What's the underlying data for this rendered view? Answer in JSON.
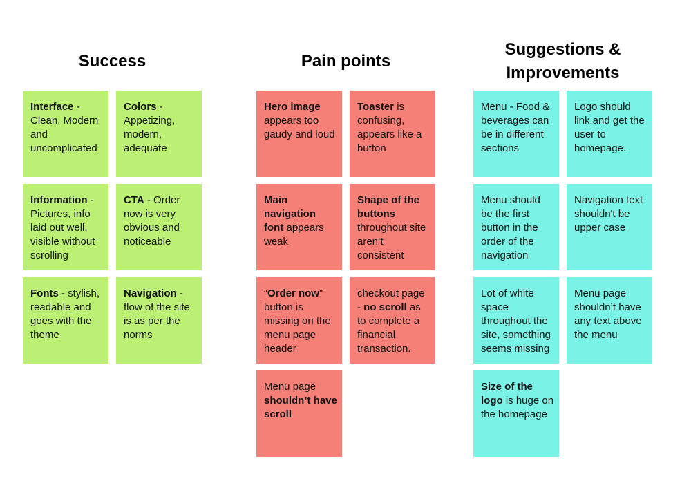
{
  "board": {
    "colors": {
      "background": "#ffffff",
      "title_text": "#000000",
      "note_text": "#141414",
      "success_note": "#bcf074",
      "pain_note": "#f58077",
      "suggestion_note": "#7af2e5"
    },
    "columns": [
      {
        "id": "success",
        "title": "Success",
        "note_color": "#bcf074",
        "notes": [
          {
            "segments": [
              {
                "t": "Interface",
                "b": true
              },
              {
                "t": " - Clean, Modern and uncomplicated",
                "b": false
              }
            ]
          },
          {
            "segments": [
              {
                "t": "Colors",
                "b": true
              },
              {
                "t": " - Appetizing, modern, adequate",
                "b": false
              }
            ]
          },
          {
            "segments": [
              {
                "t": "Information",
                "b": true
              },
              {
                "t": " - Pictures, info laid out well, visible without scrolling",
                "b": false
              }
            ]
          },
          {
            "segments": [
              {
                "t": "CTA",
                "b": true
              },
              {
                "t": " - Order now is very obvious and noticeable",
                "b": false
              }
            ]
          },
          {
            "segments": [
              {
                "t": "Fonts",
                "b": true
              },
              {
                "t": " - stylish, readable and goes with the theme",
                "b": false
              }
            ]
          },
          {
            "segments": [
              {
                "t": "Navigation",
                "b": true
              },
              {
                "t": " - flow of the site is as per the norms",
                "b": false
              }
            ]
          }
        ]
      },
      {
        "id": "pain-points",
        "title": "Pain points",
        "note_color": "#f58077",
        "notes": [
          {
            "segments": [
              {
                "t": "Hero image",
                "b": true
              },
              {
                "t": " appears too gaudy and loud",
                "b": false
              }
            ]
          },
          {
            "segments": [
              {
                "t": "Toaster",
                "b": true
              },
              {
                "t": " is confusing, appears like a button",
                "b": false
              }
            ]
          },
          {
            "segments": [
              {
                "t": "Main navigation font",
                "b": true
              },
              {
                "t": " appears weak",
                "b": false
              }
            ]
          },
          {
            "segments": [
              {
                "t": "Shape of the buttons",
                "b": true
              },
              {
                "t": " throughout site aren’t consistent",
                "b": false
              }
            ]
          },
          {
            "segments": [
              {
                "t": "“",
                "b": false
              },
              {
                "t": "Order now",
                "b": true
              },
              {
                "t": "” button is missing on the menu page header",
                "b": false
              }
            ]
          },
          {
            "segments": [
              {
                "t": "checkout page - ",
                "b": false
              },
              {
                "t": "no scroll",
                "b": true
              },
              {
                "t": " as to complete a financial transaction.",
                "b": false
              }
            ]
          },
          {
            "segments": [
              {
                "t": "Menu page ",
                "b": false
              },
              {
                "t": "shouldn’t have scroll",
                "b": true
              }
            ]
          }
        ]
      },
      {
        "id": "suggestions-improvements",
        "title": "Suggestions & Improvements",
        "note_color": "#7af2e5",
        "notes": [
          {
            "segments": [
              {
                "t": "Menu - Food & beverages can be in different sections",
                "b": false
              }
            ]
          },
          {
            "segments": [
              {
                "t": "Logo should link and get the user to homepage.",
                "b": false
              }
            ]
          },
          {
            "segments": [
              {
                "t": "Menu should be the first button in the order of the navigation",
                "b": false
              }
            ]
          },
          {
            "segments": [
              {
                "t": "Navigation text shouldn't be upper case",
                "b": false
              }
            ]
          },
          {
            "segments": [
              {
                "t": "Lot of white space throughout the site, something seems missing",
                "b": false
              }
            ]
          },
          {
            "segments": [
              {
                "t": "Menu page shouldn’t have any text above the menu",
                "b": false
              }
            ]
          },
          {
            "segments": [
              {
                "t": "Size of the logo",
                "b": true
              },
              {
                "t": " is huge on the homepage",
                "b": false
              }
            ]
          }
        ]
      }
    ]
  }
}
